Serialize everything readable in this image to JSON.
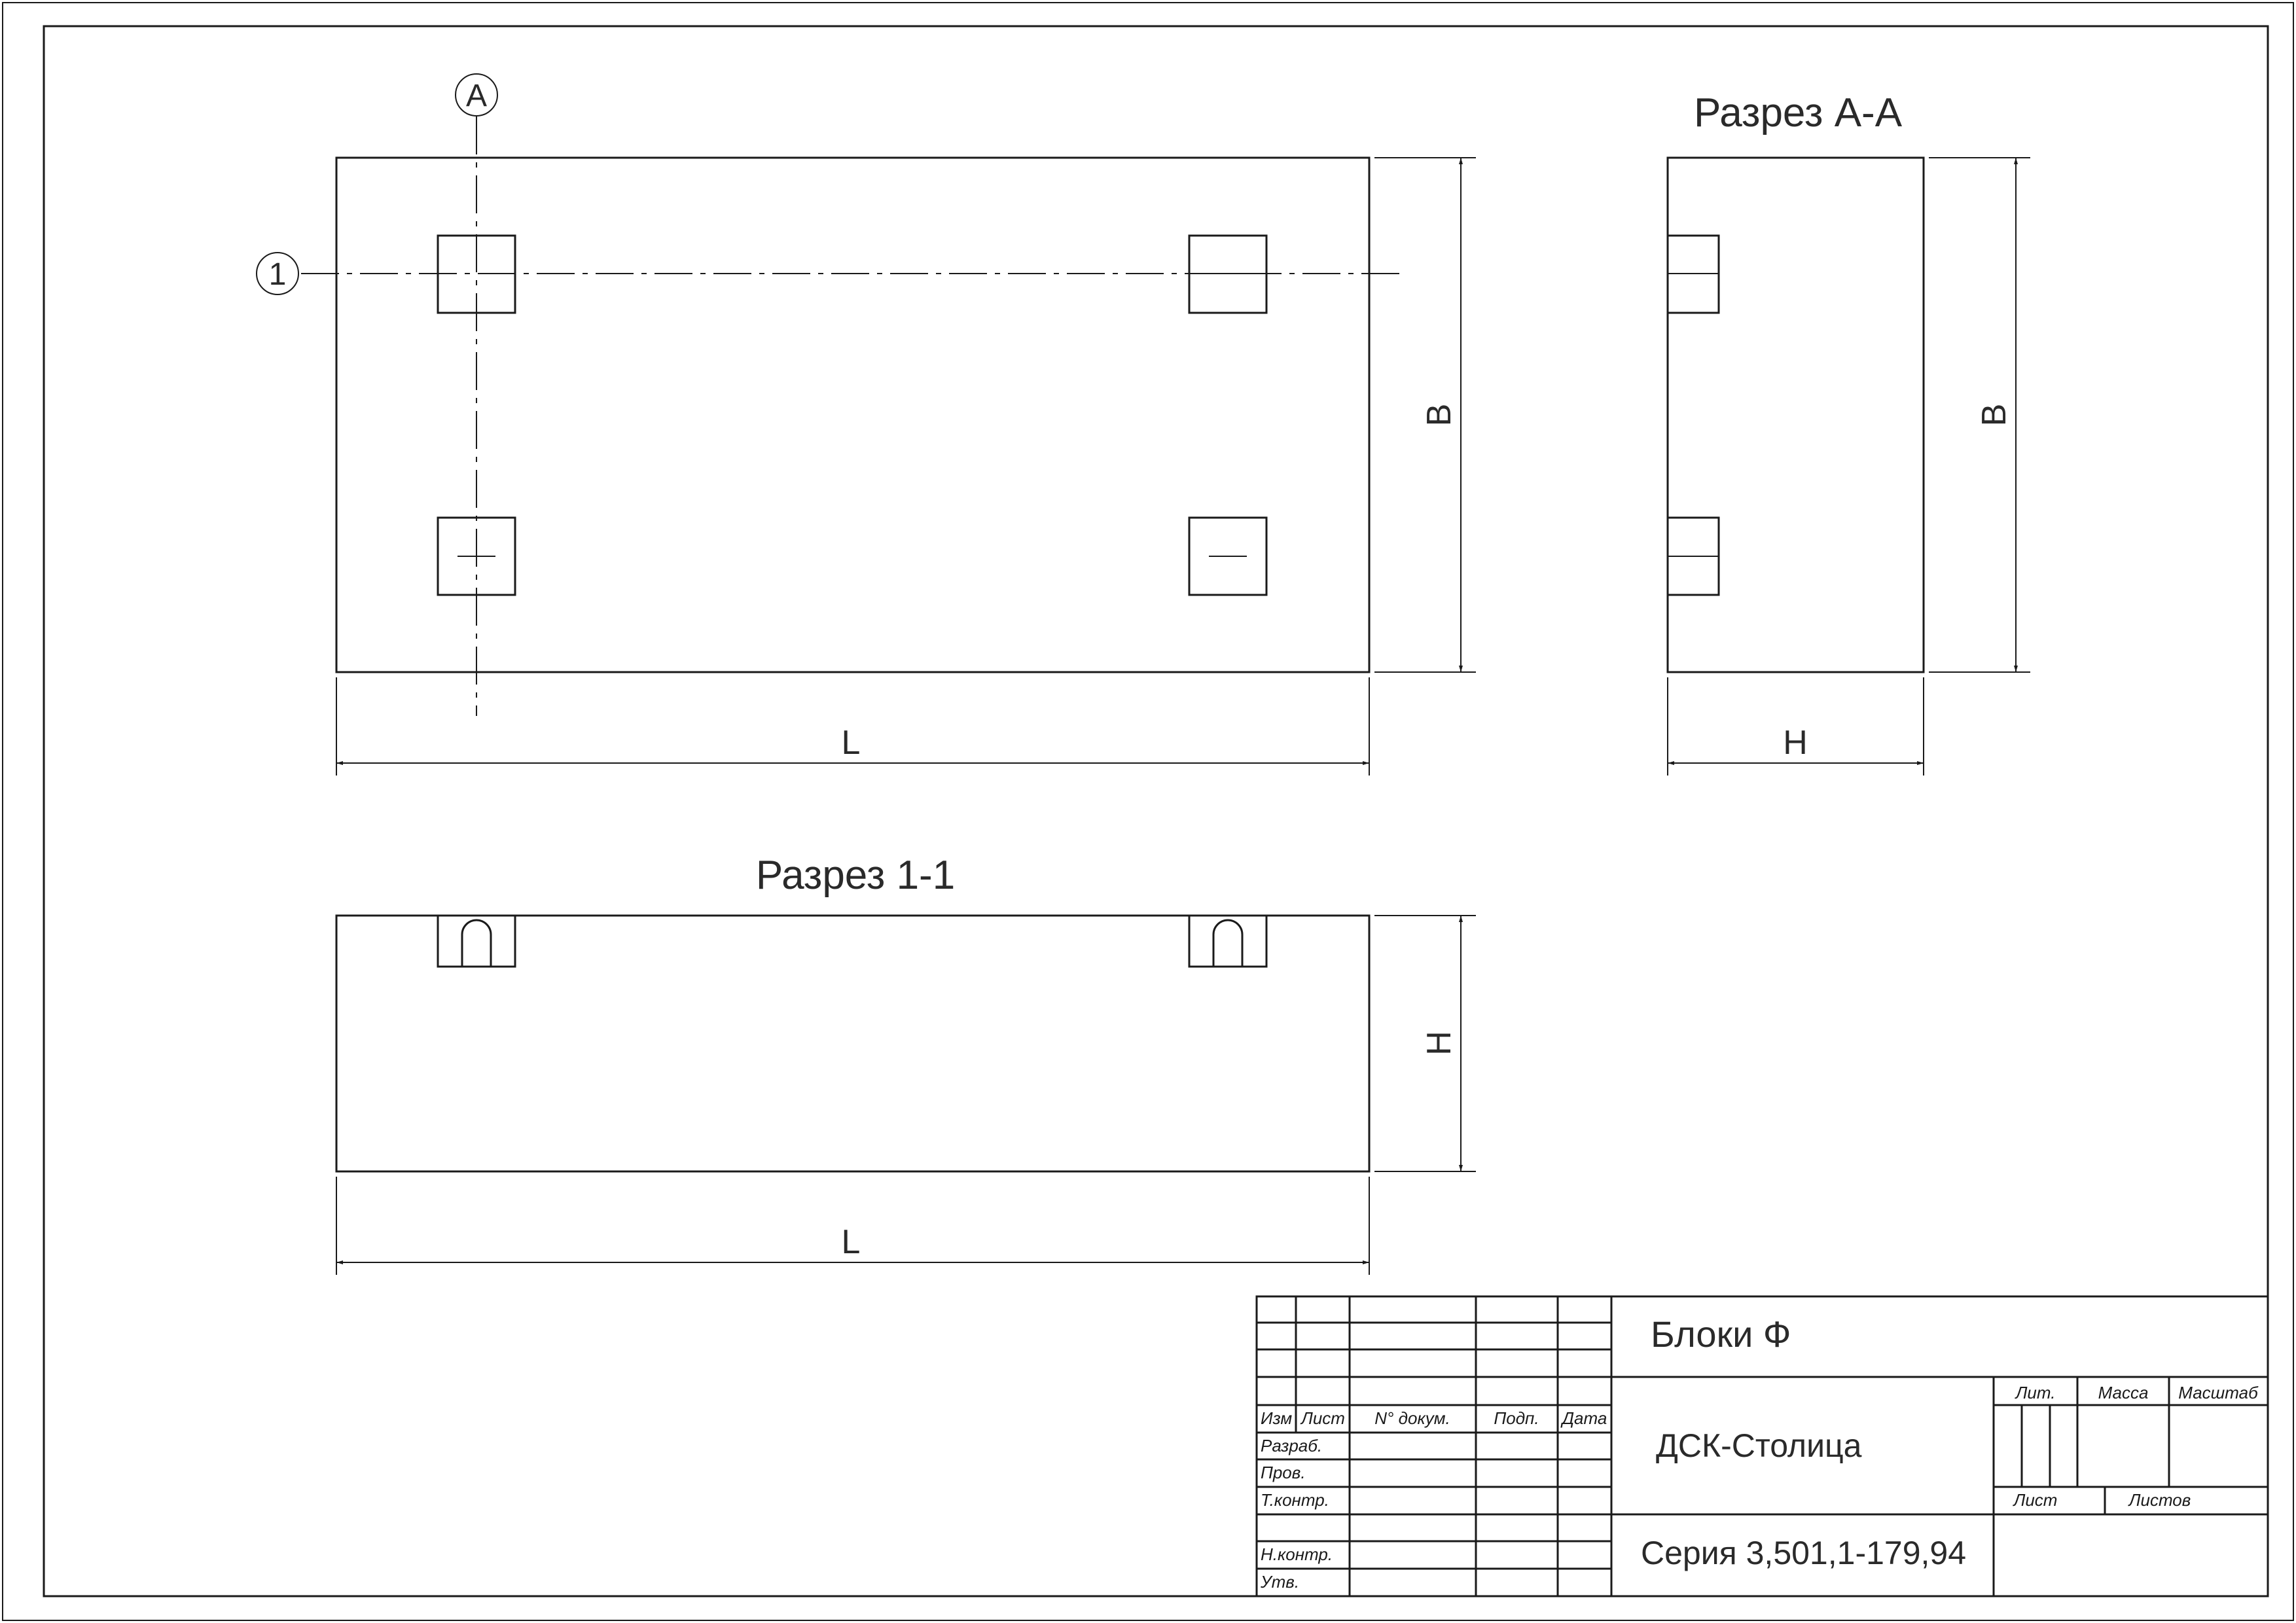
{
  "views": {
    "plan": {
      "axis_letter": "A",
      "axis_number": "1",
      "length_label": "L",
      "width_label": "B"
    },
    "section_aa": {
      "title": "Разрез А-А",
      "width_label": "B",
      "height_label": "H"
    },
    "section_11": {
      "title": "Разрез 1-1",
      "height_label": "H",
      "length_label": "L"
    }
  },
  "title_block": {
    "name": "Блоки Ф",
    "organization": "ДСК-Столица",
    "series": "Серия 3,501,1-179,94",
    "columns": [
      "Изм",
      "Лист",
      "N° докум.",
      "Подп.",
      "Дата"
    ],
    "rows": [
      "Разраб.",
      "Пров.",
      "Т.контр.",
      "",
      "Н.контр.",
      "Утв."
    ],
    "stage_headers": [
      "Лит.",
      "Масса",
      "Масштаб"
    ],
    "sheet_headers": [
      "Лист",
      "Листов"
    ]
  }
}
